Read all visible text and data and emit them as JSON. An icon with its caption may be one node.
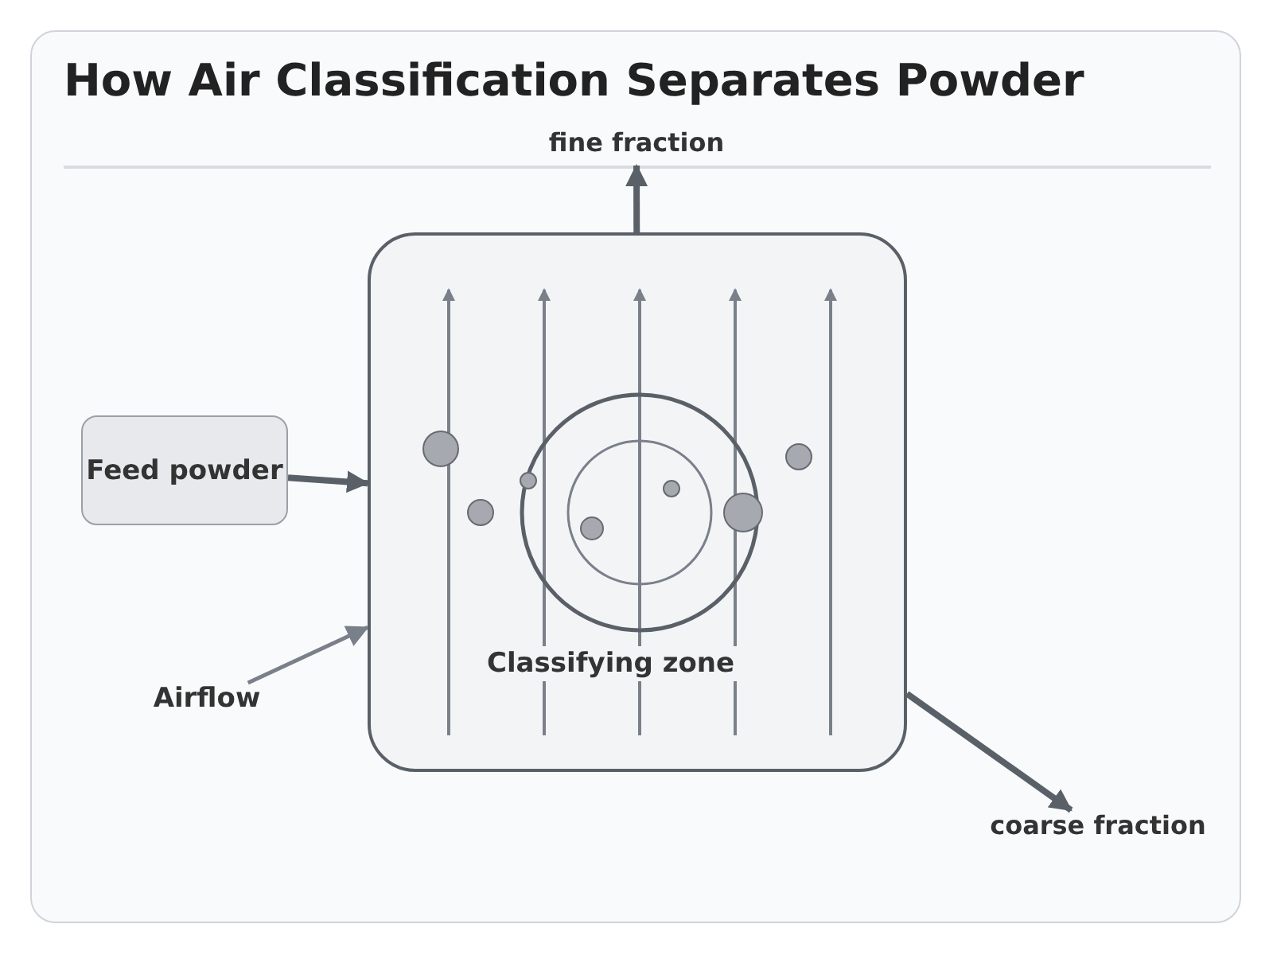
{
  "diagram": {
    "title": "How Air Classification Separates Powder",
    "nodes": [
      {
        "text": [
          "Feed powder"
        ]
      },
      {
        "text": [
          "Classifying zone"
        ]
      },
      {
        "text": [
          "fine fraction"
        ]
      },
      {
        "text": [
          "coarse fraction"
        ]
      },
      {
        "text": [
          "Airflow"
        ]
      }
    ],
    "edges": [
      {
        "from": 0,
        "to": 1,
        "arrow": "to"
      },
      {
        "from": 1,
        "to": 2,
        "arrow": "to"
      },
      {
        "from": 1,
        "to": 3,
        "arrow": "to"
      },
      {
        "from": 4,
        "to": 1,
        "arrow": "to",
        "color": "#7a808a"
      }
    ]
  }
}
